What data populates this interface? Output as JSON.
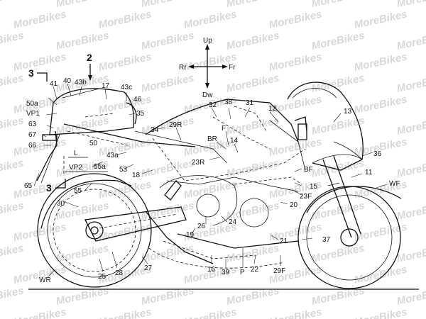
{
  "watermark": {
    "text": "MoreBikes"
  },
  "compass": {
    "up": "Up",
    "down": "Dw",
    "rear": "Rr",
    "front": "Fr"
  },
  "section_marks": {
    "a": "3",
    "b": "2",
    "c": "3"
  },
  "labels": {
    "l41": "41",
    "l40": "40",
    "l43b": "43b",
    "l17": "17",
    "l43c": "43c",
    "l46": "46",
    "l35": "35",
    "l50a": "50a",
    "lVP1": "VP1",
    "l63": "63",
    "l67": "67",
    "l66": "66",
    "l65": "65",
    "lL": "L",
    "lVP2": "VP2",
    "l55a": "55a",
    "l55": "55",
    "l43a": "43a",
    "l53": "53",
    "l50": "50",
    "l18": "18",
    "l34": "34",
    "l29R": "29R",
    "l32": "32",
    "l38": "38",
    "l31": "31",
    "l12": "12",
    "l13": "13",
    "lBR": "BR",
    "lF": "F",
    "l14": "14",
    "l23R": "23R",
    "l36": "36",
    "lBF": "BF",
    "l15": "15",
    "l23F": "23F",
    "l11": "11",
    "lWF": "WF",
    "l20": "20",
    "l30": "30",
    "l24": "24",
    "l26": "26",
    "l19": "19",
    "l21": "21",
    "l37": "37",
    "l16": "16",
    "l39": "39",
    "lP": "P",
    "l22": "22",
    "l29F": "29F",
    "l27": "27",
    "l28": "28",
    "l25": "25",
    "lWR": "WR"
  }
}
